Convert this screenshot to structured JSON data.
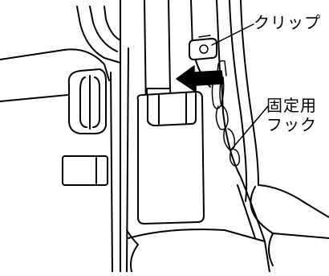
{
  "labels": {
    "clip": "クリップ",
    "hook_line1": "固定用",
    "hook_line2": "フック"
  }
}
